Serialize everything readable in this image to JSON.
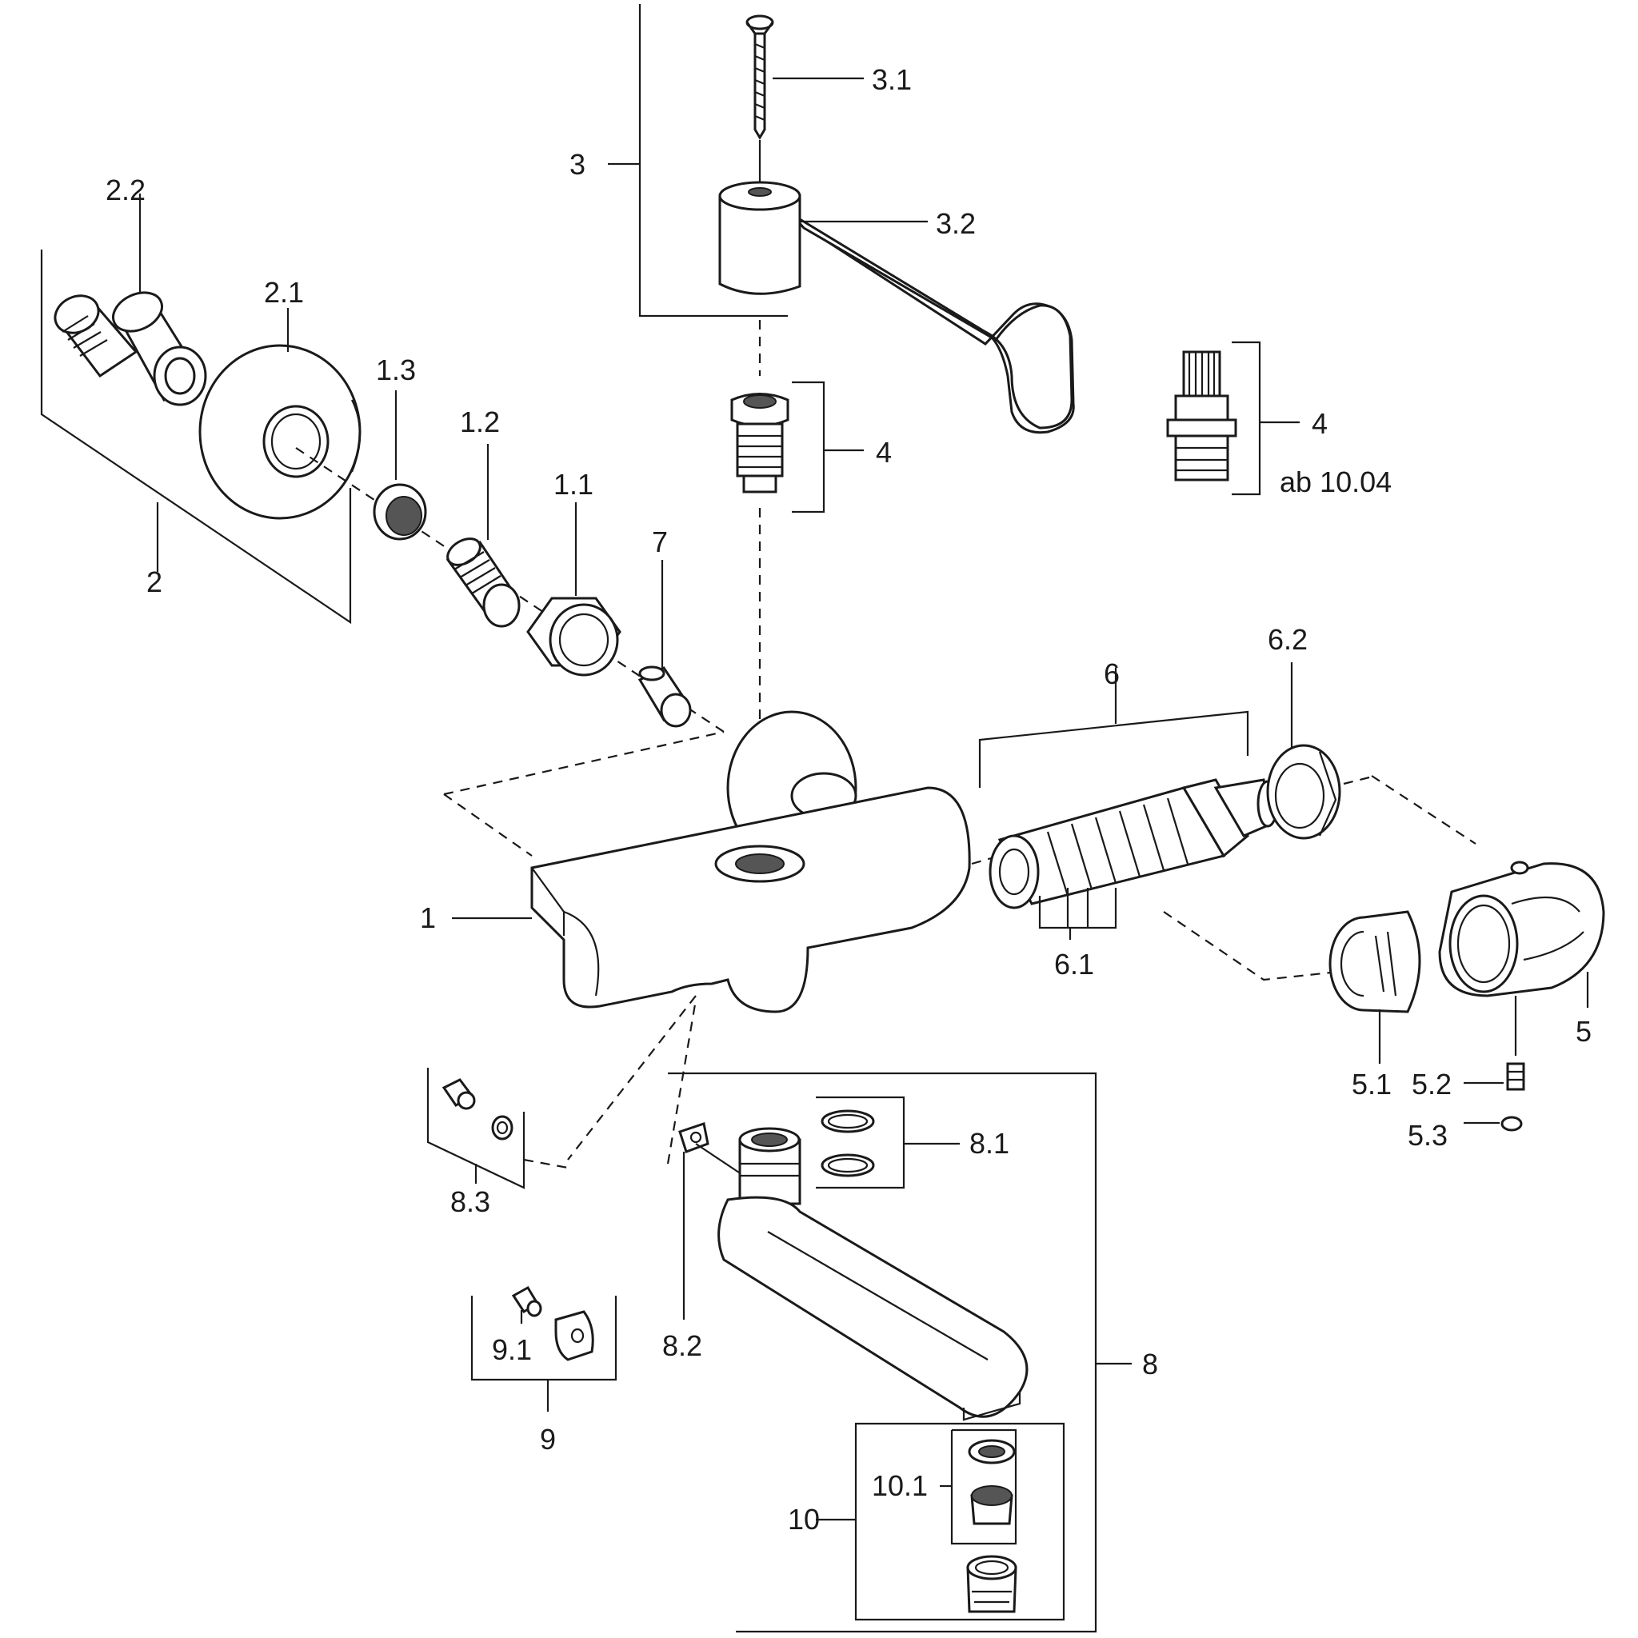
{
  "labels": {
    "l1": "1",
    "l1_1": "1.1",
    "l1_2": "1.2",
    "l1_3": "1.3",
    "l2": "2",
    "l2_1": "2.1",
    "l2_2": "2.2",
    "l3": "3",
    "l3_1": "3.1",
    "l3_2": "3.2",
    "l4a": "4",
    "l4b": "4",
    "l4b_note": "ab 10.04",
    "l5": "5",
    "l5_1": "5.1",
    "l5_2": "5.2",
    "l5_3": "5.3",
    "l6": "6",
    "l6_1": "6.1",
    "l6_2": "6.2",
    "l7": "7",
    "l8": "8",
    "l8_1": "8.1",
    "l8_2": "8.2",
    "l8_3": "8.3",
    "l9": "9",
    "l9_1": "9.1",
    "l10": "10",
    "l10_1": "10.1"
  }
}
